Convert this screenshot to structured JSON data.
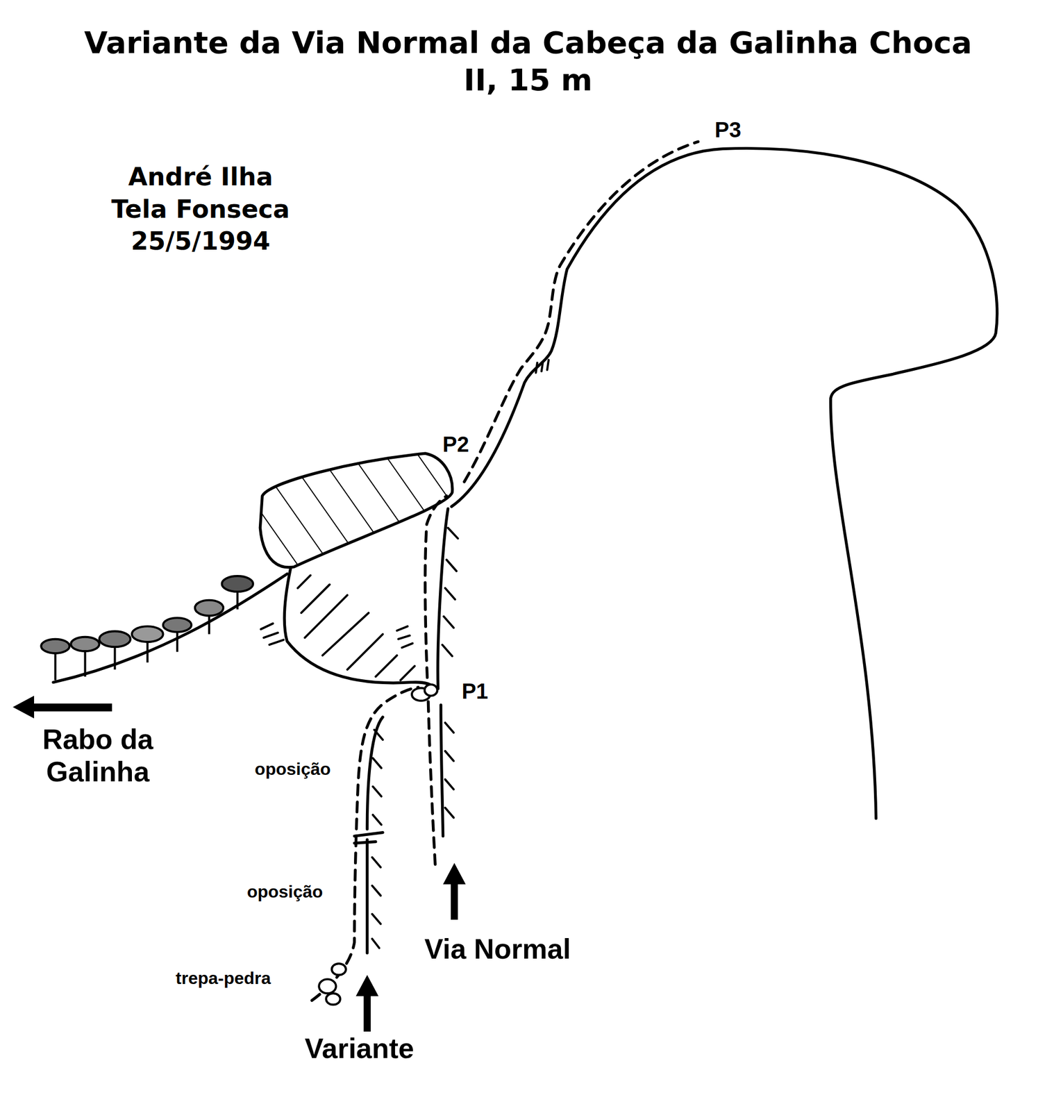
{
  "diagram": {
    "title": "Variante da Via Normal da Cabeça da Galinha Choca",
    "labels": [
      "II, 15 m",
      "André Ilha",
      "Tela Fonseca",
      "25/5/1994",
      "P3",
      "P2",
      "P1",
      "Rabo da Galinha",
      "oposição",
      "oposição",
      "trepa-pedra",
      "Via Normal",
      "Variante"
    ]
  }
}
